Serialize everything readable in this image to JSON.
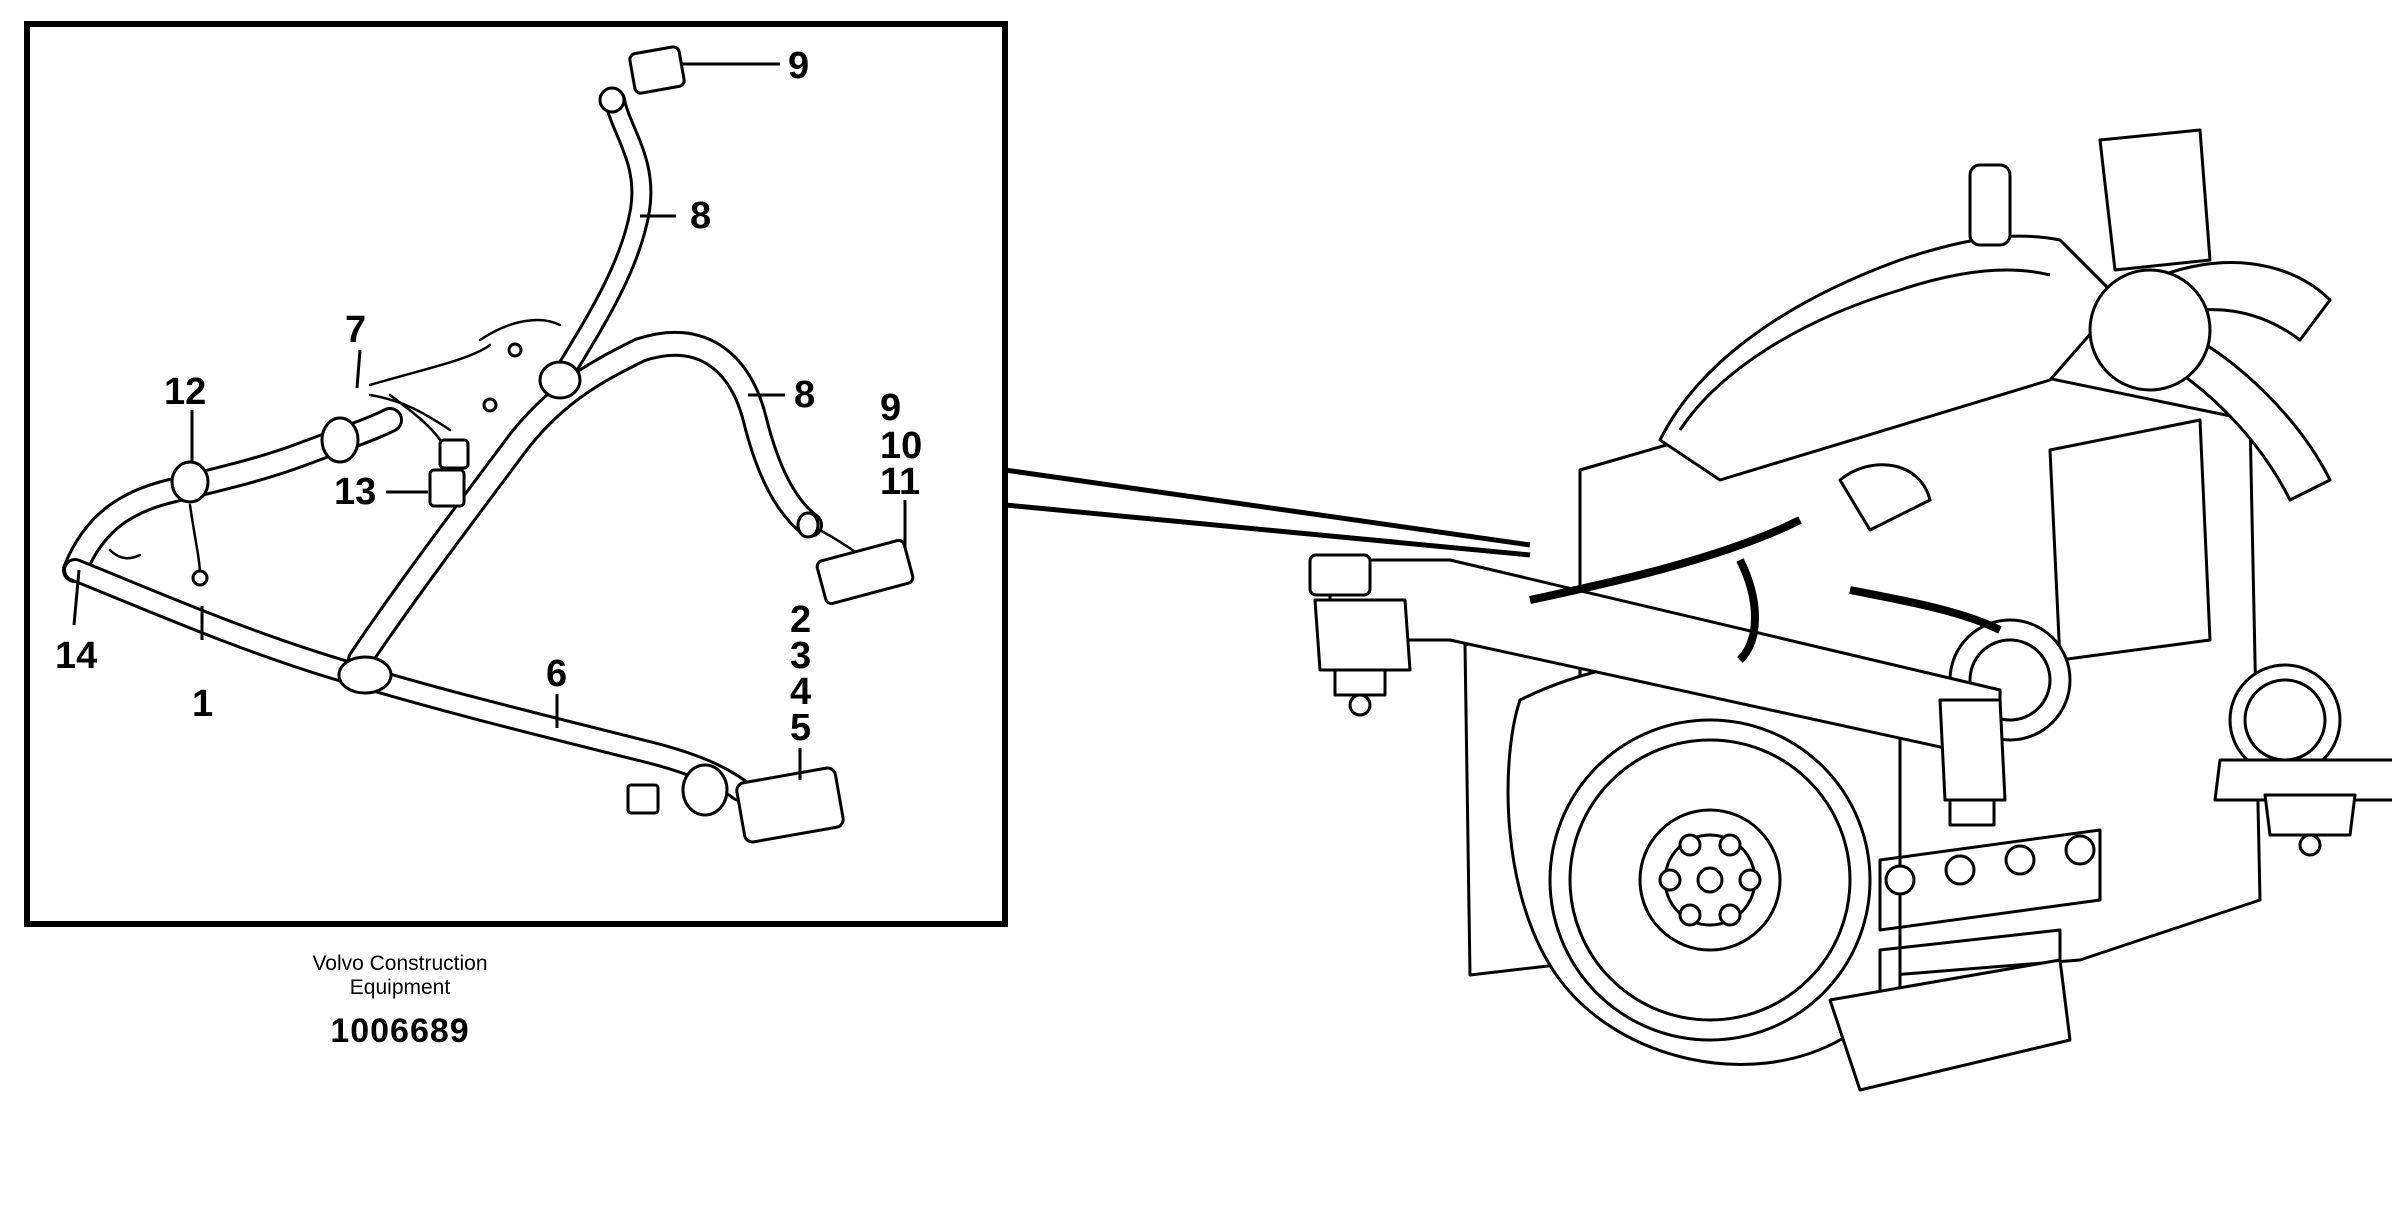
{
  "diagram": {
    "callouts": {
      "c9_top": "9",
      "c8_upper": "8",
      "c7": "7",
      "c12": "12",
      "c8_right": "8",
      "c9_group": "9",
      "c10": "10",
      "c11": "11",
      "c13": "13",
      "c14": "14",
      "c1": "1",
      "c6": "6",
      "c2": "2",
      "c3": "3",
      "c4": "4",
      "c5": "5"
    },
    "caption": {
      "company_line1": "Volvo Construction",
      "company_line2": "Equipment",
      "part_number": "1006689"
    }
  }
}
